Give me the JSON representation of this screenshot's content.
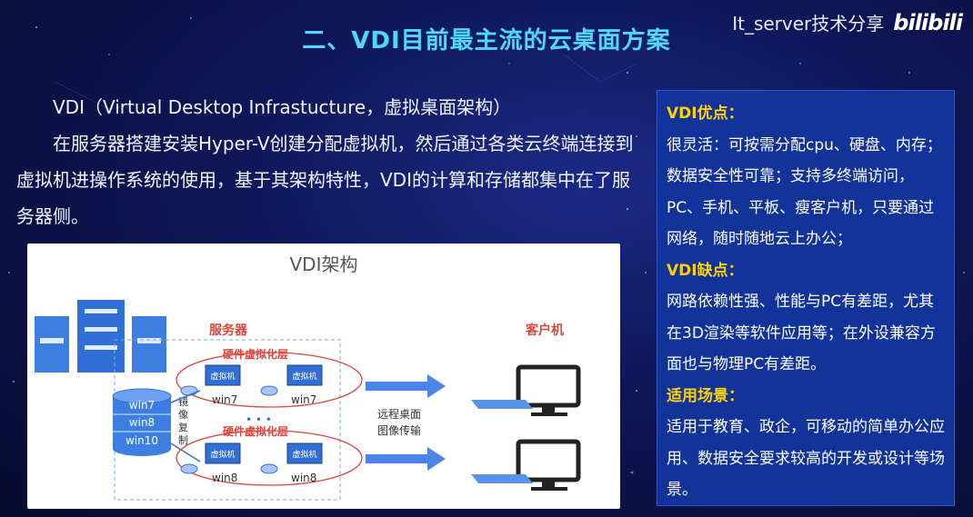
{
  "title": "二、VDI目前最主流的云桌面方案",
  "watermark": {
    "channel": "It_server技术分享",
    "logo": "bilibili"
  },
  "intro": {
    "line1": "VDI（Virtual Desktop Infrastucture，虚拟桌面架构）",
    "para": "在服务器搭建安装Hyper-V创建分配虚拟机，然后通过各类云终端连接到虚拟机进操作系统的使用，基于其架构特性，VDI的计算和存储都集中在了服务器侧。"
  },
  "diagram": {
    "title": "VDI架构",
    "server_label": "服务器",
    "client_label": "客户机",
    "hv_layer_1": "硬件虚拟化层",
    "hv_layer_2": "硬件虚拟化层",
    "vm_label": "虚拟机",
    "mirror_1": "镜",
    "mirror_2": "像",
    "mirror_3": "复",
    "mirror_4": "制",
    "db_win7": "win7",
    "db_win8": "win8",
    "db_win10": "win10",
    "arrow_win7": "win7",
    "vm_win7": "win7",
    "arrow_win8": "win8",
    "vm_win8": "win8",
    "dots": "• • •",
    "remote_1": "远程桌面",
    "remote_2": "图像传输"
  },
  "panel": {
    "pros_title": "VDI优点：",
    "pros_text": "很灵活：可按需分配cpu、硬盘、内存；数据安全性可靠；支持多终端访问，PC、手机、平板、瘦客户机，只要通过网络，随时随地云上办公；",
    "cons_title": "VDI缺点：",
    "cons_text": "网路依赖性强、性能与PC有差距，尤其在3D渲染等软件应用等；在外设兼容方面也与物理PC有差距。",
    "scene_title": "适用场景：",
    "scene_text": "适用于教育、政企，可移动的简单办公应用、数据安全要求较高的开发或设计等场景。"
  },
  "colors": {
    "title": "#4fd8ff",
    "panel_bg": "#12339a",
    "highlight": "#ffd200",
    "diagram_blue": "#2f6fd6",
    "diagram_red": "#e0443a"
  }
}
